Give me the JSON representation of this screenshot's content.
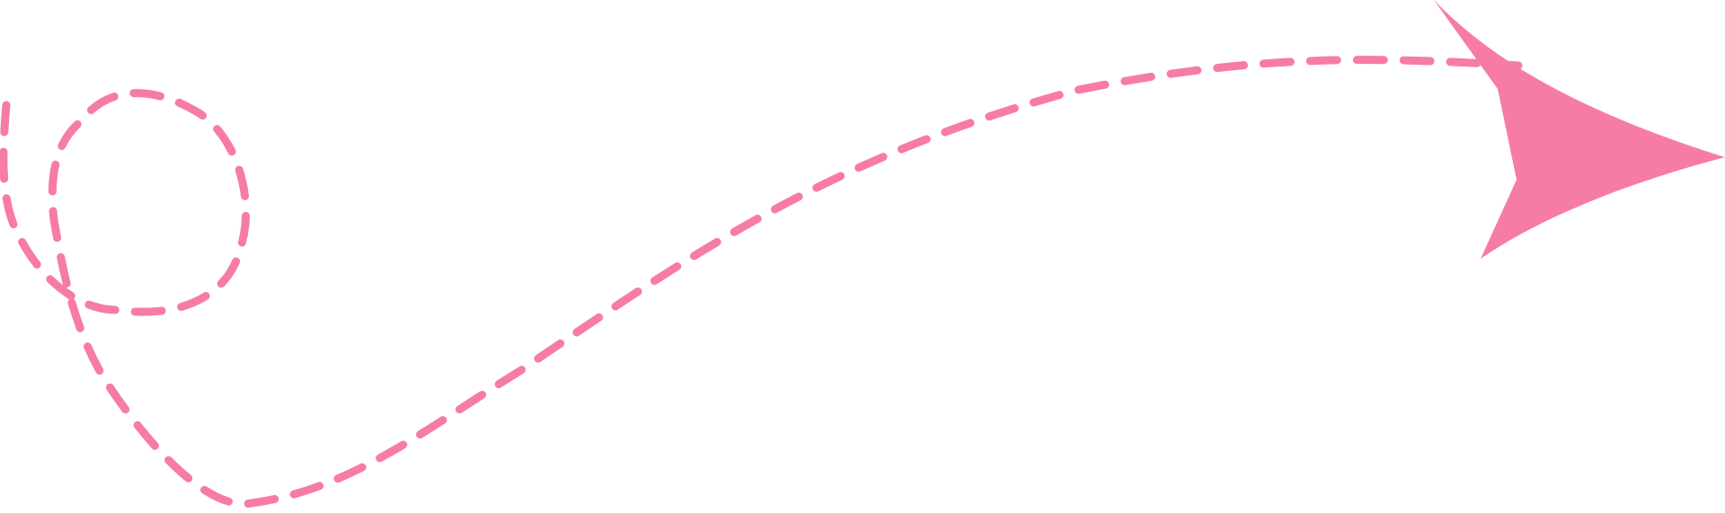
{
  "graphic": {
    "kind": "dashed-loop-arrow",
    "color": "#F77CA3",
    "background": "#FFFFFF",
    "line_style": "dashed",
    "direction": "right"
  }
}
